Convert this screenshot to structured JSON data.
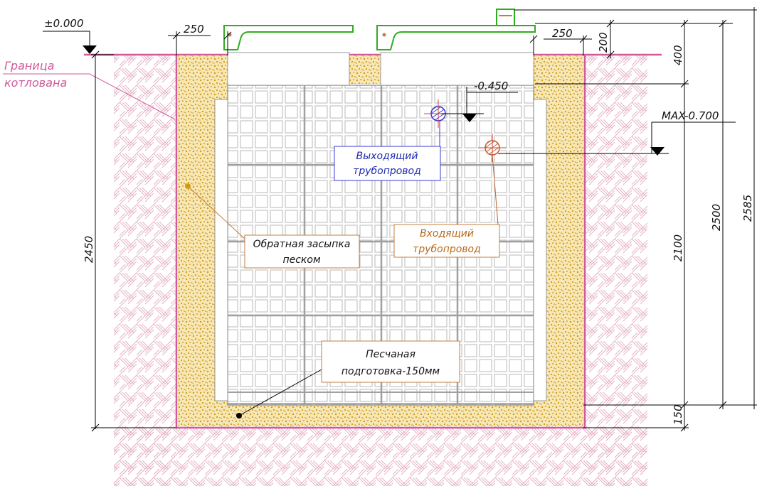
{
  "colors": {
    "soil_hatch": "#e6b4c6",
    "pit_border": "#d05a9a",
    "sand_fill": "#f7e7b4",
    "sand_dots": "#d29a12",
    "lid_green": "#2fae1c",
    "tank_line": "#9a9a9a",
    "outlet_pipe": "#3a3ad0",
    "inlet_pipe": "#c0602a",
    "callout_border": "#c08040",
    "dim_line": "#000000"
  },
  "labels": {
    "zero_level": "±0.000",
    "pit_boundary_line1": "Граница",
    "pit_boundary_line2": "котлована",
    "level_outlet": "-0.450",
    "level_max": "MAX-0.700",
    "outlet_line1": "Выходящий",
    "outlet_line2": "трубопровод",
    "inlet_line1": "Входящий",
    "inlet_line2": "трубопровод",
    "backfill_line1": "Обратная засыпка",
    "backfill_line2": "песком",
    "bedding_line1": "Песчаная",
    "bedding_line2": "подготовка-150мм"
  },
  "dimensions": {
    "left_gap": "250",
    "right_gap": "250",
    "pit_depth": "2450",
    "lid_height": "200",
    "neck_height": "400",
    "tank_height": "2100",
    "total_height": "2500",
    "overall_height": "2585",
    "bedding_height": "150"
  }
}
